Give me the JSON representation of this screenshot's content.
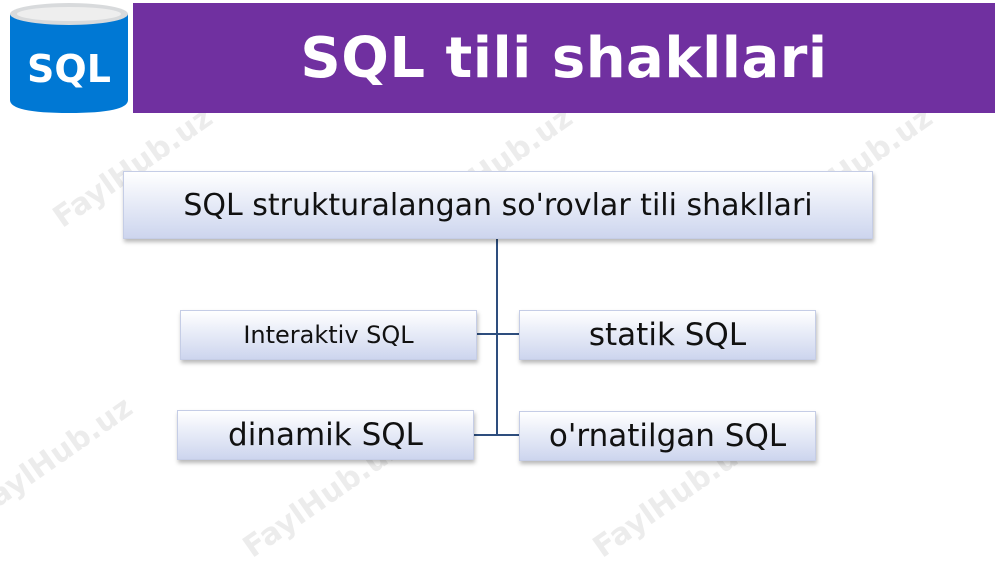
{
  "slide": {
    "title": "SQL tili shakllari",
    "logo_text": "SQL",
    "watermark": "FaylHub.uz"
  },
  "diagram": {
    "root": "SQL strukturalangan so'rovlar tili shakllari",
    "children": [
      "Interaktiv SQL",
      "statik SQL",
      "dinamik SQL",
      "o'rnatilgan SQL"
    ]
  },
  "colors": {
    "header": "#7030a0",
    "logo_blue": "#0078d4",
    "connector": "#2e4e7e"
  }
}
